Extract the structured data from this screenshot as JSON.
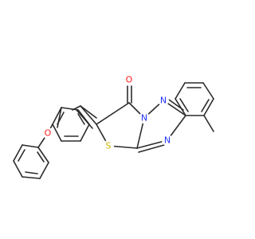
{
  "molecule": {
    "atoms": {
      "o_carbonyl": {
        "symbol": "O",
        "color": "#ff1a1a"
      },
      "n_a": {
        "symbol": "N",
        "color": "#2233ff"
      },
      "n_b": {
        "symbol": "N",
        "color": "#2233ff"
      },
      "n_c": {
        "symbol": "N",
        "color": "#2233ff"
      },
      "s_ring": {
        "symbol": "S",
        "color": "#c8b400"
      },
      "o_ether": {
        "symbol": "O",
        "color": "#ff1a1a"
      }
    }
  }
}
